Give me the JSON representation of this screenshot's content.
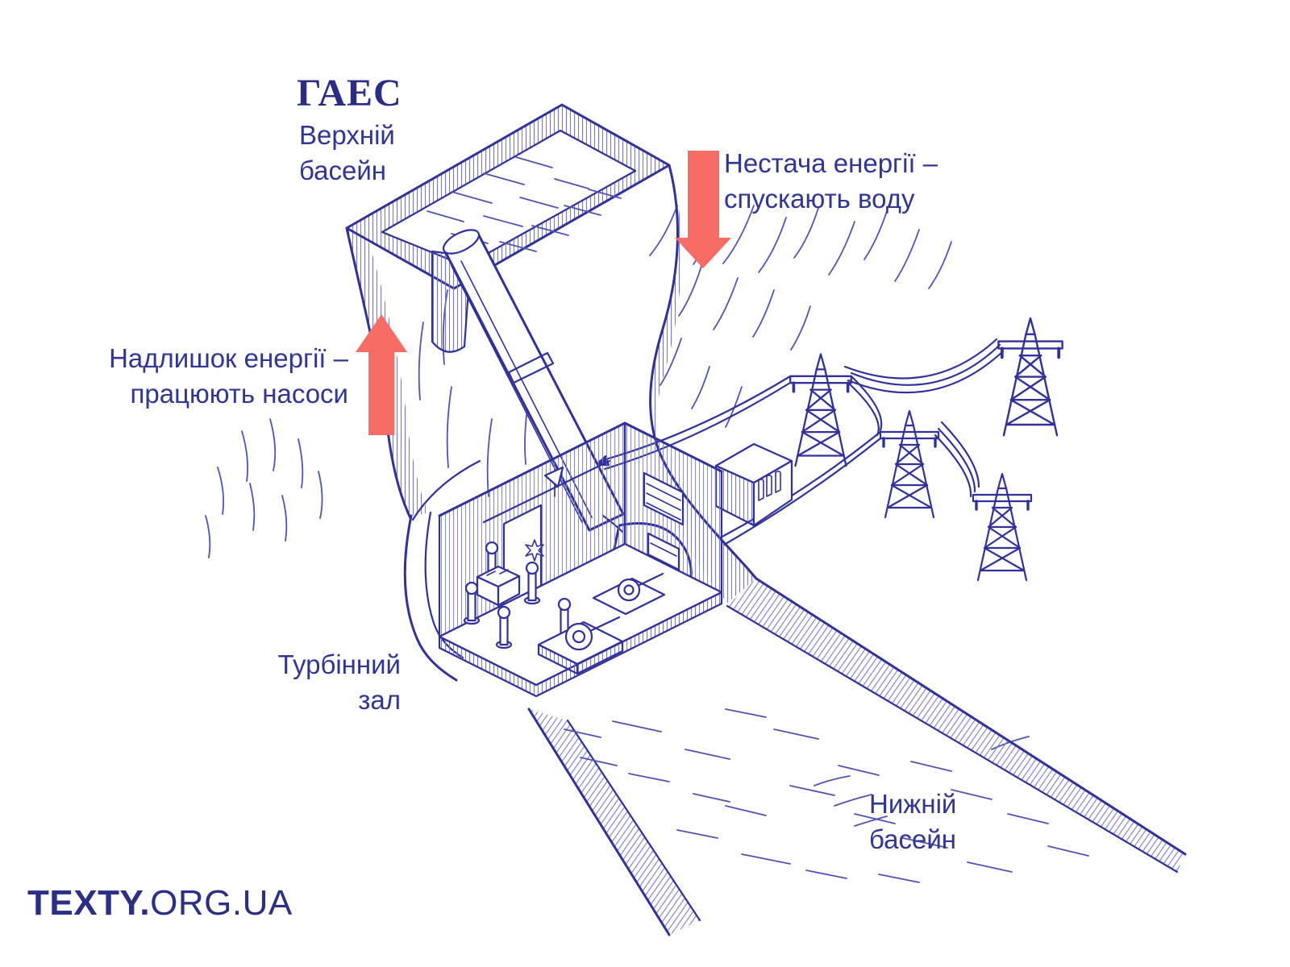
{
  "title": "ГАЕС",
  "labels": {
    "upper_basin": {
      "line1": "Верхній",
      "line2": "басейн"
    },
    "deficit": {
      "line1": "Нестача енергії –",
      "line2": "спускають воду"
    },
    "surplus": {
      "line1": "Надлишок енергії –",
      "line2": "працюють насоси"
    },
    "turbine_hall": {
      "line1": "Турбінний",
      "line2": "зал"
    },
    "lower_basin": {
      "line1": "Нижній",
      "line2": "басейн"
    }
  },
  "footer": {
    "logo_bold": "TEXTY.",
    "logo_light": "ORG.UA"
  },
  "icons": {
    "deficit_arrow": "arrow-down-icon",
    "surplus_arrow": "arrow-up-icon"
  },
  "colors": {
    "ink": "#31319b",
    "ink_light": "#6b6bc7",
    "water_stroke": "#5252b5",
    "text": "#303596",
    "title": "#292d87",
    "logo": "#2b3087",
    "arrow_red": "#f76d66",
    "background": "#ffffff"
  }
}
